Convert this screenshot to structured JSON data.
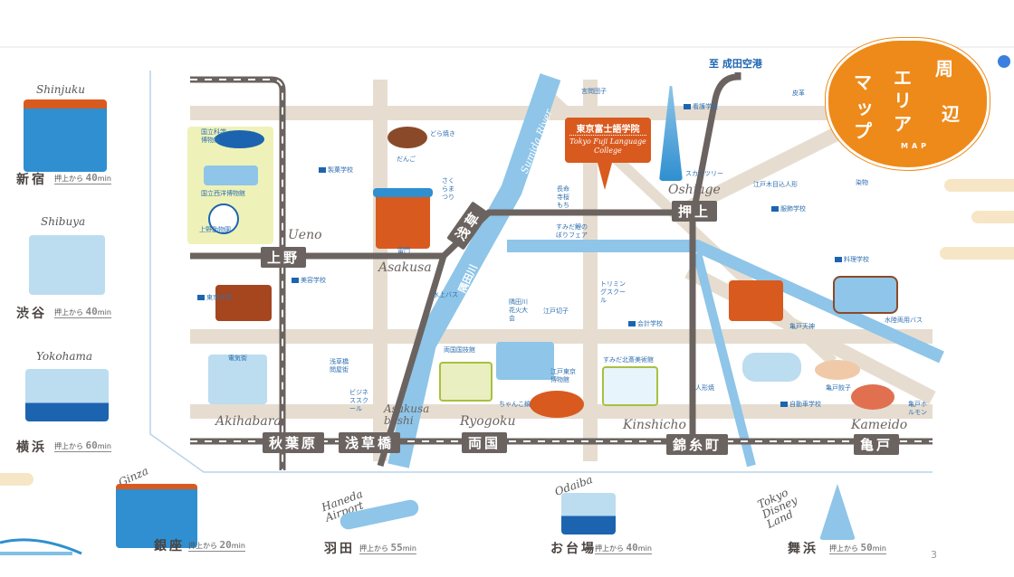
{
  "badge": {
    "title_chars": [
      "周",
      "辺",
      "エ",
      "リ",
      "ア",
      "マ",
      "ッ",
      "プ"
    ],
    "subtitle": "MAP"
  },
  "narita": "至 成田空港",
  "college": {
    "name_ja": "東京富士語学院",
    "name_en": "Tokyo Fuji Language College"
  },
  "stations": [
    {
      "ja": "上野",
      "en": "Ueno"
    },
    {
      "ja": "浅草",
      "en": "Asakusa"
    },
    {
      "ja": "押上",
      "en": "Oshiage"
    },
    {
      "ja": "秋葉原",
      "en": "Akihabara"
    },
    {
      "ja": "浅草橋",
      "en": "Asakusa bashi"
    },
    {
      "ja": "両国",
      "en": "Ryogoku"
    },
    {
      "ja": "錦糸町",
      "en": "Kinshicho"
    },
    {
      "ja": "亀戸",
      "en": "Kameido"
    }
  ],
  "rivers": {
    "sumida_en": "Sumida River",
    "sumida_ja": "隅田川"
  },
  "poi": {
    "kagaku": "国立科学博物館",
    "seiyo": "国立西洋博物館",
    "zoo": "上野動物園",
    "seika": "製菓学校",
    "dorayaki": "どら焼き",
    "dango": "だんご",
    "sakura": "さくらまつり",
    "kaminarimon": "雷門",
    "kototoi": "言問団子",
    "chomeiji": "長命寺桜もち",
    "skytree": "スカイツリー",
    "kango": "看護学校",
    "kawa": "皮革",
    "kimekomi": "江戸木目込人形",
    "senshoku": "染物",
    "fukushoku": "服飾学校",
    "ryori": "料理学校",
    "koinobori": "すみだ鯉のぼりフェア",
    "todai": "東京大学",
    "biyo": "美容学校",
    "suijobus": "水上バス",
    "hanabi": "隅田川花火大会",
    "kiriko": "江戸切子",
    "trimming": "トリミングスクール",
    "kaikei": "会計学校",
    "kameidotenjin": "亀戸天神",
    "suiriku": "水陸両用バス",
    "denki": "電気街",
    "tonya": "浅草橋問屋街",
    "business": "ビジネススクール",
    "kokugikan": "両国国技館",
    "edohaku": "江戸東京博物館",
    "chanko": "ちゃんこ鍋",
    "hokusai": "すみだ北斎美術館",
    "ningyoyaki": "人形焼",
    "jidosha": "自動車学校",
    "gyoza": "亀戸餃子",
    "horumon": "亀戸ホルモン"
  },
  "destinations": [
    {
      "en": "Shinjuku",
      "ja": "新宿",
      "from": "押上から",
      "min": "40",
      "unit": "min"
    },
    {
      "en": "Shibuya",
      "ja": "渋谷",
      "from": "押上から",
      "min": "40",
      "unit": "min"
    },
    {
      "en": "Yokohama",
      "ja": "横浜",
      "from": "押上から",
      "min": "60",
      "unit": "min"
    },
    {
      "en": "Ginza",
      "ja": "銀座",
      "from": "押上から",
      "min": "20",
      "unit": "min"
    },
    {
      "en": "Haneda Airport",
      "ja": "羽田",
      "from": "押上から",
      "min": "55",
      "unit": "min"
    },
    {
      "en": "Odaiba",
      "ja": "お台場",
      "from": "押上から",
      "min": "40",
      "unit": "min"
    },
    {
      "en": "Tokyo Disney Land",
      "ja": "舞浜",
      "from": "押上から",
      "min": "50",
      "unit": "min"
    }
  ],
  "page_number": "3"
}
